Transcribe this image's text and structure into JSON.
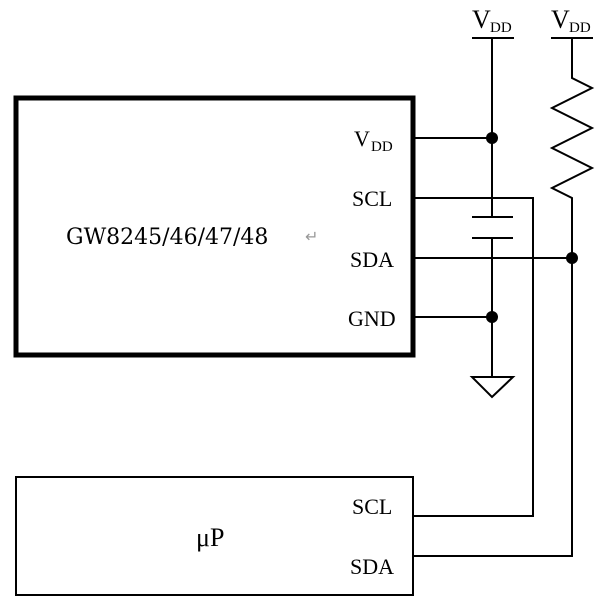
{
  "diagram": {
    "type": "circuit-schematic",
    "power_labels": [
      {
        "id": "vdd-left",
        "main": "V",
        "sub": "DD"
      },
      {
        "id": "vdd-right",
        "main": "V",
        "sub": "DD"
      }
    ],
    "chip": {
      "name": "GW8245/46/47/48",
      "return_mark": "↵",
      "pins": [
        {
          "id": "vdd",
          "main": "V",
          "sub": "DD"
        },
        {
          "id": "scl",
          "main": "SCL",
          "sub": ""
        },
        {
          "id": "sda",
          "main": "SDA",
          "sub": ""
        },
        {
          "id": "gnd",
          "main": "GND",
          "sub": ""
        }
      ]
    },
    "microprocessor": {
      "name": "μP",
      "pins": [
        {
          "id": "scl",
          "main": "SCL"
        },
        {
          "id": "sda",
          "main": "SDA"
        }
      ]
    },
    "components": [
      {
        "type": "capacitor",
        "between": [
          "VDD",
          "GND"
        ]
      },
      {
        "type": "resistor",
        "role": "pull-up",
        "between": [
          "VDD",
          "SDA"
        ]
      },
      {
        "type": "ground"
      }
    ],
    "connections": [
      [
        "chip.VDD",
        "VDD rail"
      ],
      [
        "chip.GND",
        "ground"
      ],
      [
        "chip.SCL",
        "μP.SCL"
      ],
      [
        "chip.SDA",
        "μP.SDA"
      ],
      [
        "SDA",
        "pull-up resistor"
      ]
    ]
  }
}
